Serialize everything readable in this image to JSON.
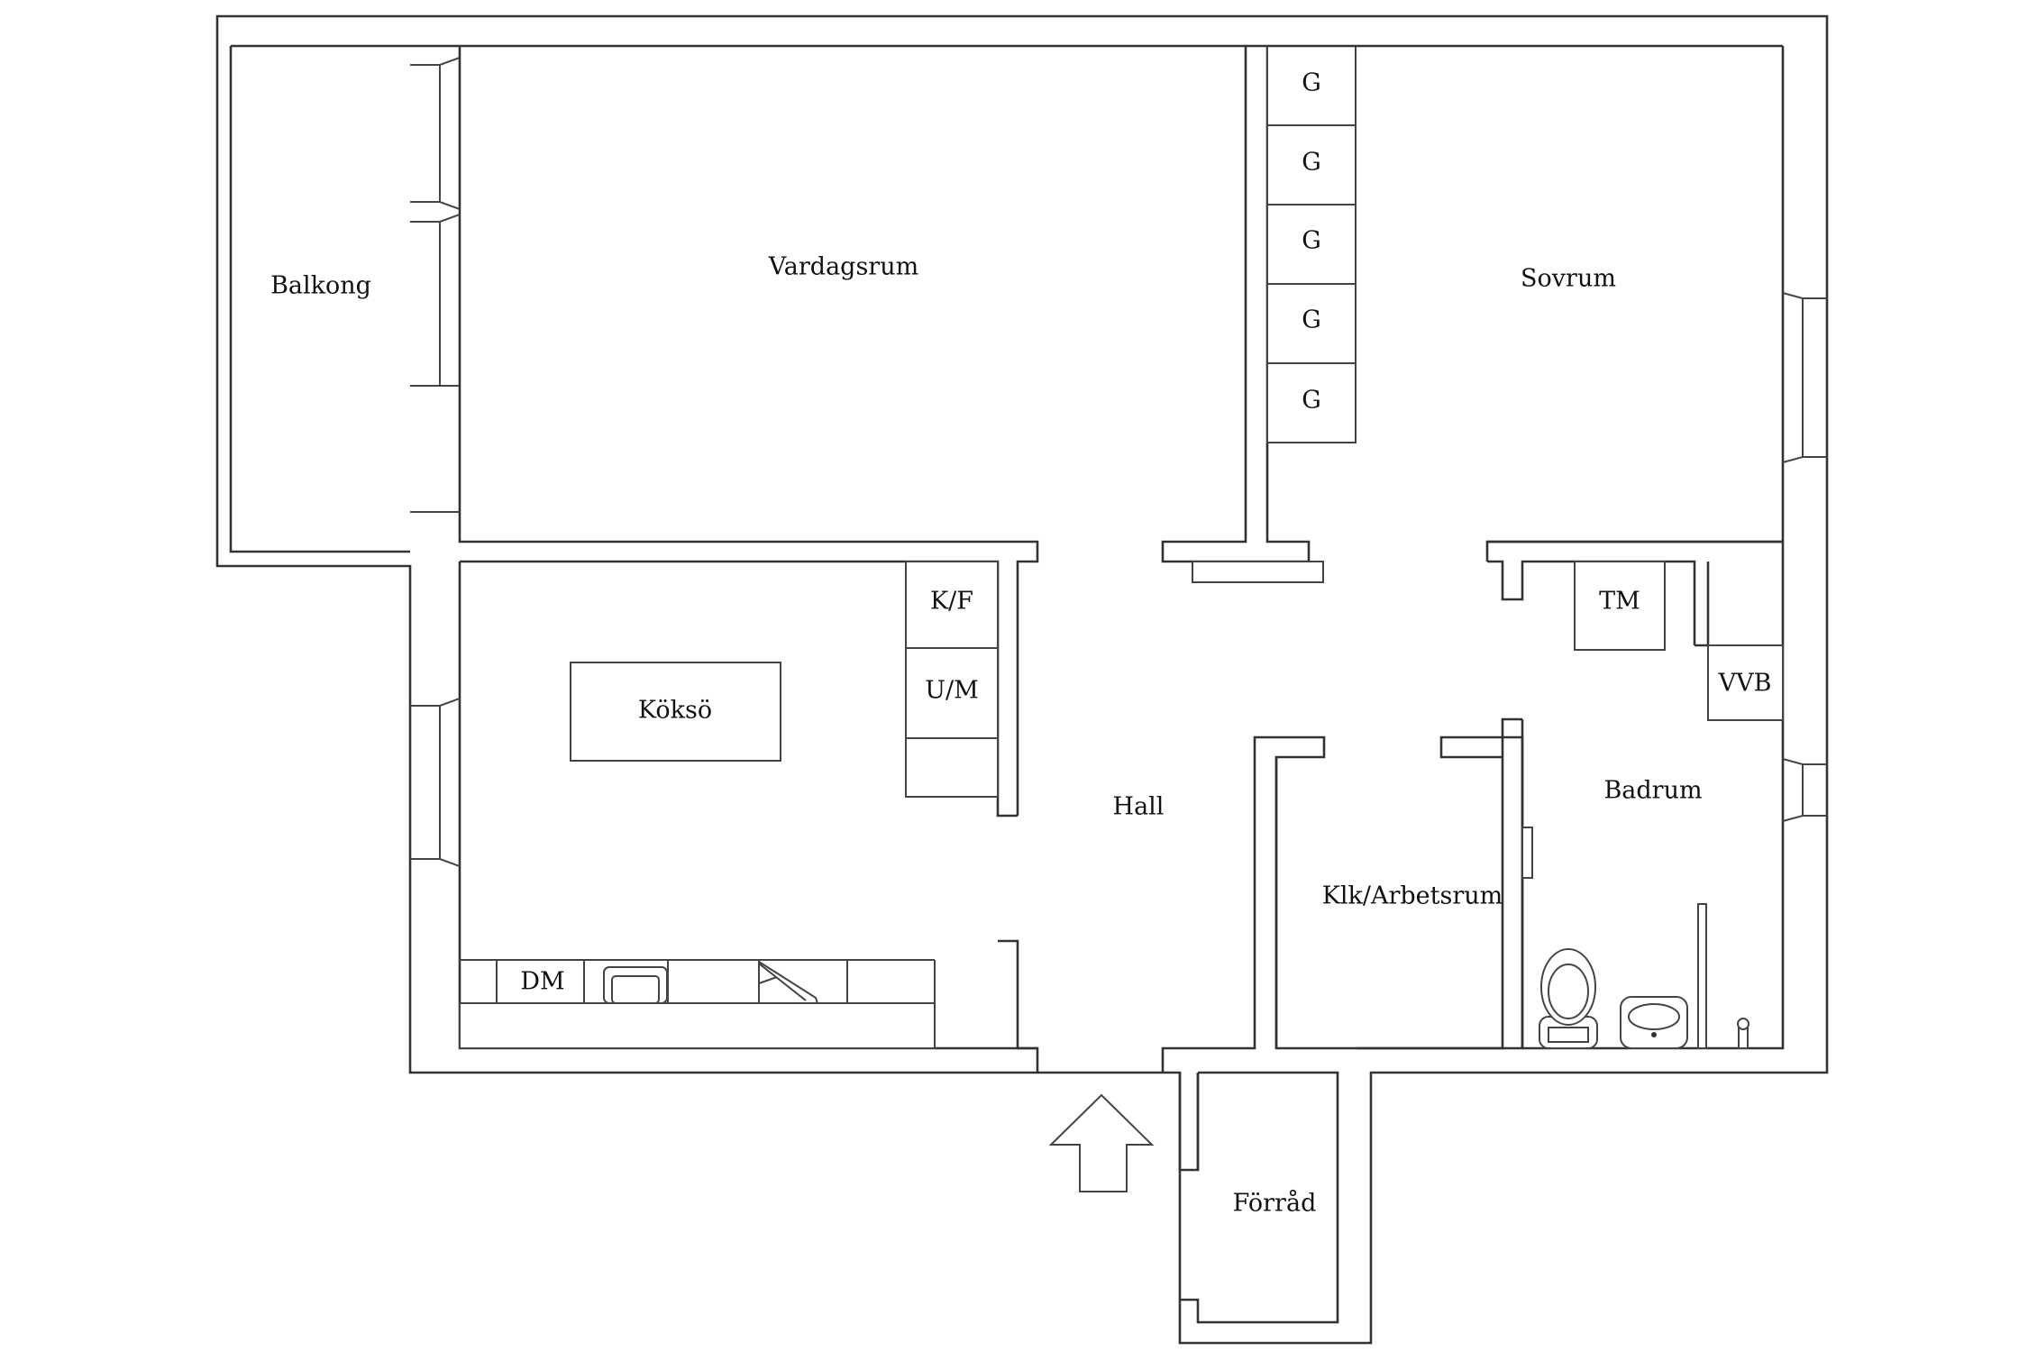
{
  "rooms": {
    "balkong": "Balkong",
    "vardagsrum": "Vardagsrum",
    "sovrum": "Sovrum",
    "kokso": "Köksö",
    "hall": "Hall",
    "klk_arbetsrum": "Klk/Arbetsrum",
    "badrum": "Badrum",
    "forrad": "Förråd"
  },
  "fixtures": {
    "wardrobes": [
      "G",
      "G",
      "G",
      "G",
      "G"
    ],
    "kf": "K/F",
    "um": "U/M",
    "dm": "DM",
    "tm": "TM",
    "vvb": "VVB"
  },
  "icons": {
    "entrance": "arrow-up-icon",
    "sink": "kitchen-sink-icon",
    "stove": "stove-icon",
    "toilet": "toilet-icon",
    "washbasin": "washbasin-icon",
    "faucet": "faucet-icon"
  }
}
